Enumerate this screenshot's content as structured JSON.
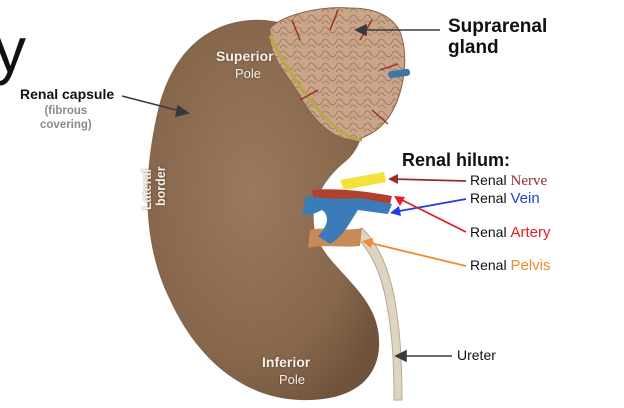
{
  "slide_fragment": "y",
  "labels": {
    "suprarenal": "Suprarenal\ngland",
    "capsule": "Renal capsule",
    "capsule_note": "(fibrous\ncovering)",
    "superior_bold": "Superior",
    "superior_pole": "Pole",
    "lateral_1": "Lateral",
    "lateral_2": "border",
    "inferior_bold": "Inferior",
    "inferior_pole": "Pole",
    "hilum": "Renal hilum:",
    "nerve_prefix": "Renal",
    "nerve": "Nerve",
    "vein_prefix": "Renal",
    "vein": "Vein",
    "artery_prefix": "Renal",
    "artery": "Artery",
    "pelvis_prefix": "Renal",
    "pelvis": "Pelvis",
    "ureter": "Ureter"
  },
  "colors": {
    "kidney": "#8a6a4f",
    "gland": "#c8a58a",
    "nerve": "#9b2b2b",
    "vein": "#1f3fe0",
    "artery": "#e02020",
    "pelvis": "#f08a2a",
    "arrow": "#3a3a3a"
  }
}
